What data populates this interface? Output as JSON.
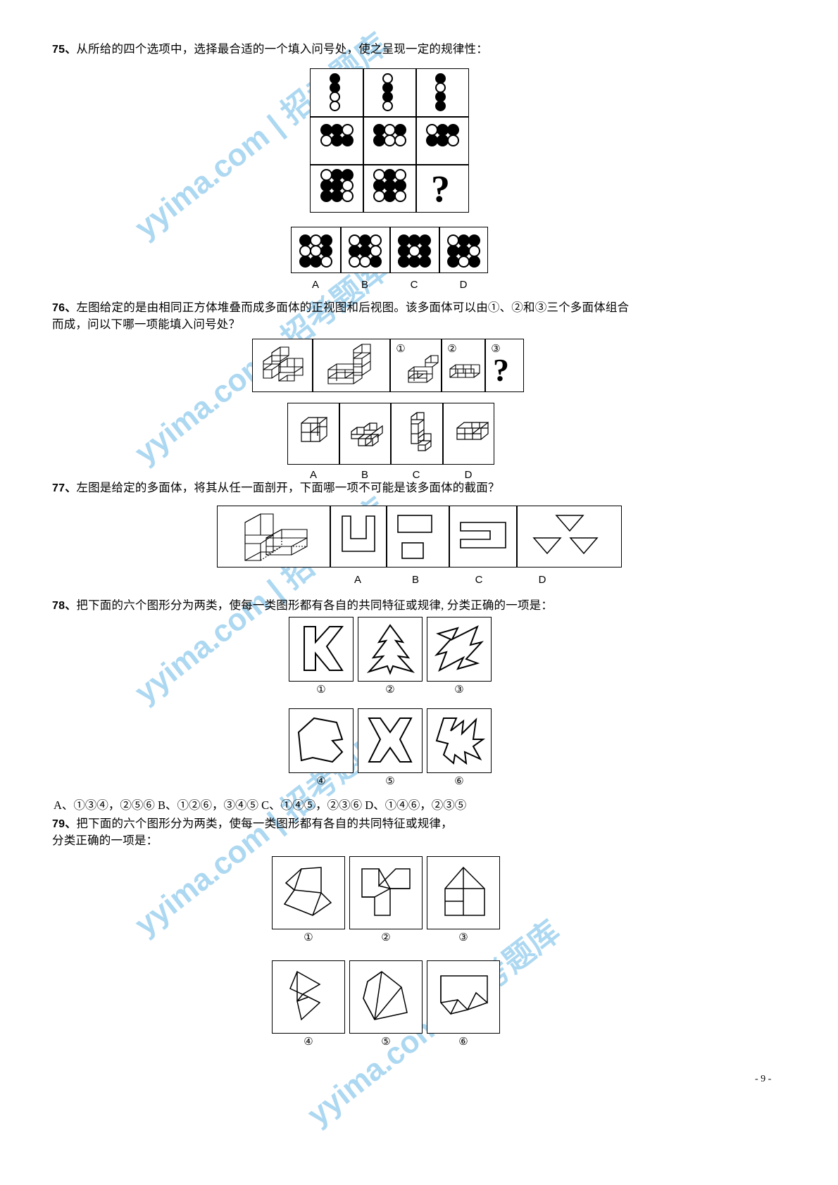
{
  "page": {
    "number": "- 9 -"
  },
  "watermark": {
    "text": "yyima.com | 招考题库"
  },
  "questions": [
    {
      "id": "75",
      "number": "75、",
      "text": "从所给的四个选项中，选择最合适的一个填入问号处，使之呈现一定的规律性：",
      "matrix": {
        "rows": [
          [
            {
              "cols": 1,
              "rowsn": 4,
              "fill": [
                "b",
                "b",
                "w",
                "w"
              ]
            },
            {
              "cols": 1,
              "rowsn": 4,
              "fill": [
                "w",
                "b",
                "b",
                "w"
              ]
            },
            {
              "cols": 1,
              "rowsn": 4,
              "fill": [
                "b",
                "w",
                "b",
                "b"
              ]
            }
          ],
          [
            {
              "cols": 3,
              "rowsn": 2,
              "fill": [
                "b",
                "b",
                "w",
                "w",
                "b",
                "b"
              ]
            },
            {
              "cols": 3,
              "rowsn": 2,
              "fill": [
                "b",
                "w",
                "b",
                "b",
                "w",
                "w"
              ]
            },
            {
              "cols": 3,
              "rowsn": 2,
              "fill": [
                "w",
                "b",
                "b",
                "b",
                "b",
                "w"
              ]
            }
          ],
          [
            {
              "cols": 3,
              "rowsn": 3,
              "fill": [
                "w",
                "b",
                "b",
                "b",
                "b",
                "w",
                "b",
                "b",
                "w"
              ]
            },
            {
              "cols": 3,
              "rowsn": 3,
              "fill": [
                "w",
                "b",
                "w",
                "b",
                "b",
                "b",
                "w",
                "b",
                "w"
              ]
            },
            {
              "question": true,
              "mark": "?"
            }
          ]
        ]
      },
      "options": {
        "labels": [
          "A",
          "B",
          "C",
          "D"
        ],
        "figures": [
          {
            "cols": 3,
            "rowsn": 3,
            "fill": [
              "b",
              "w",
              "b",
              "w",
              "w",
              "b",
              "b",
              "b",
              "w"
            ]
          },
          {
            "cols": 3,
            "rowsn": 3,
            "fill": [
              "w",
              "b",
              "w",
              "b",
              "b",
              "w",
              "w",
              "w",
              "b"
            ]
          },
          {
            "cols": 3,
            "rowsn": 3,
            "fill": [
              "b",
              "b",
              "b",
              "b",
              "w",
              "b",
              "b",
              "b",
              "b"
            ]
          },
          {
            "cols": 3,
            "rowsn": 3,
            "fill": [
              "w",
              "b",
              "b",
              "b",
              "b",
              "w",
              "b",
              "w",
              "b"
            ]
          }
        ]
      }
    },
    {
      "id": "76",
      "number": "76、",
      "text_line1": "左图给定的是由相同正方体堆叠而成多面体的正视图和后视图。该多面体可以由①、②和③三个多面体组合",
      "text_line2": "而成，问以下哪一项能填入问号处？",
      "panel_marks": [
        "①",
        "②",
        "③"
      ],
      "question_mark": "?",
      "options": {
        "labels": [
          "A",
          "B",
          "C",
          "D"
        ]
      }
    },
    {
      "id": "77",
      "number": "77、",
      "text": "左图是给定的多面体，将其从任一面剖开，下面哪一项不可能是该多面体的截面？",
      "options": {
        "labels": [
          "A",
          "B",
          "C",
          "D"
        ]
      }
    },
    {
      "id": "78",
      "number": "78、",
      "text": "把下面的六个图形分为两类，使每一类图形都有各自的共同特征或规律, 分类正确的一项是：",
      "figure_marks": [
        "①",
        "②",
        "③",
        "④",
        "⑤",
        "⑥"
      ],
      "answer_options": "A、①③④，②⑤⑥        B、①②⑥，③④⑤        C、①④⑤，②③⑥        D、①④⑥，②③⑤"
    },
    {
      "id": "79",
      "number": "79、",
      "text_line1": "把下面的六个图形分为两类，使每一类图形都有各自的共同特征或规律，",
      "text_line2": "分类正确的一项是：",
      "figure_marks": [
        "①",
        "②",
        "③",
        "④",
        "⑤",
        "⑥"
      ]
    }
  ]
}
